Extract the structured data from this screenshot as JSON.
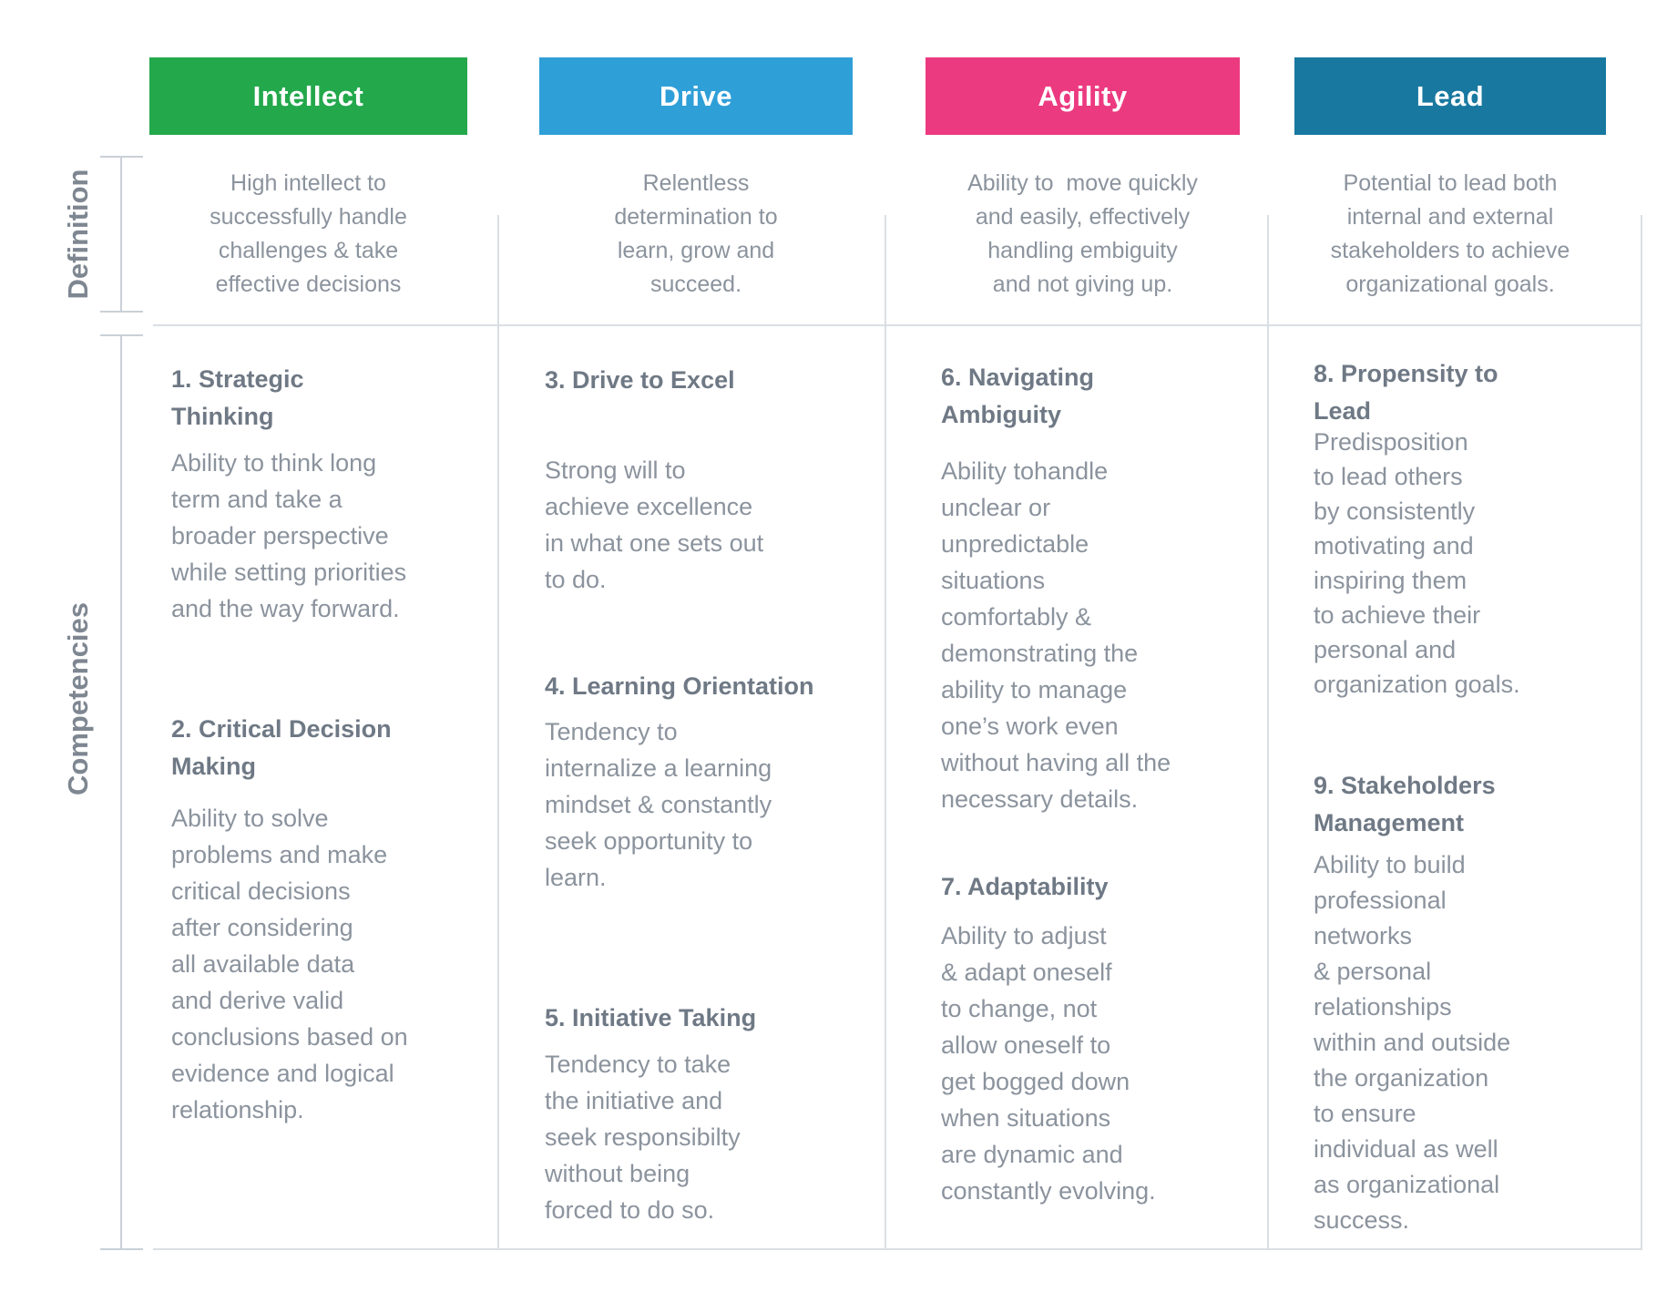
{
  "side_labels": {
    "definition": "Definition",
    "competencies": "Competencies"
  },
  "columns": [
    {
      "title": "Intellect",
      "color": "#23A84C",
      "definition": "High intellect to\nsuccessfully handle\nchallenges & take\neffective decisions",
      "competencies": [
        {
          "heading": "1. Strategic\nThinking",
          "body": "Ability to think long\nterm and take a\nbroader perspective\nwhile setting priorities\nand the way forward."
        },
        {
          "heading": "2. Critical Decision\nMaking",
          "body": "Ability to solve\nproblems and make\ncritical decisions\nafter considering\nall available data\nand derive valid\nconclusions based on\nevidence and logical\nrelationship."
        }
      ]
    },
    {
      "title": "Drive",
      "color": "#2F9FD8",
      "definition": "Relentless\ndetermination to\nlearn, grow and\nsucceed.",
      "competencies": [
        {
          "heading": "3. Drive to Excel",
          "body": "Strong will to\nachieve excellence\nin what one sets out\nto do."
        },
        {
          "heading": "4. Learning Orientation",
          "body": "Tendency to\ninternalize a learning\nmindset & constantly\nseek opportunity to\nlearn."
        },
        {
          "heading": "5. Initiative Taking",
          "body": "Tendency to take\nthe initiative and\nseek responsibilty\nwithout being\nforced to do so."
        }
      ]
    },
    {
      "title": "Agility",
      "color": "#EC3A80",
      "definition": "Ability to  move quickly\nand easily, effectively\nhandling embiguity\nand not giving up.",
      "competencies": [
        {
          "heading": "6. Navigating\nAmbiguity",
          "body": "Ability tohandle\nunclear or\nunpredictable\nsituations\ncomfortably &\ndemonstrating the\nability to manage\none’s work even\nwithout having all the\nnecessary details."
        },
        {
          "heading": "7. Adaptability",
          "body": "Ability to adjust\n& adapt oneself\nto change, not\nallow oneself to\nget bogged down\nwhen situations\nare dynamic and\nconstantly evolving."
        }
      ]
    },
    {
      "title": "Lead",
      "color": "#1878A0",
      "definition": "Potential to lead both\ninternal and external\nstakeholders to achieve\norganizational goals.",
      "competencies": [
        {
          "heading": "8. Propensity to\nLead",
          "body": "Predisposition\nto lead others\nby consistently\nmotivating and\ninspiring them\nto achieve their\npersonal and\norganization goals."
        },
        {
          "heading": "9. Stakeholders\nManagement",
          "body": "Ability to build\nprofessional\nnetworks\n& personal\nrelationships\nwithin and outside\nthe organization\nto ensure\nindividual as well\nas organizational\nsuccess."
        }
      ]
    }
  ]
}
